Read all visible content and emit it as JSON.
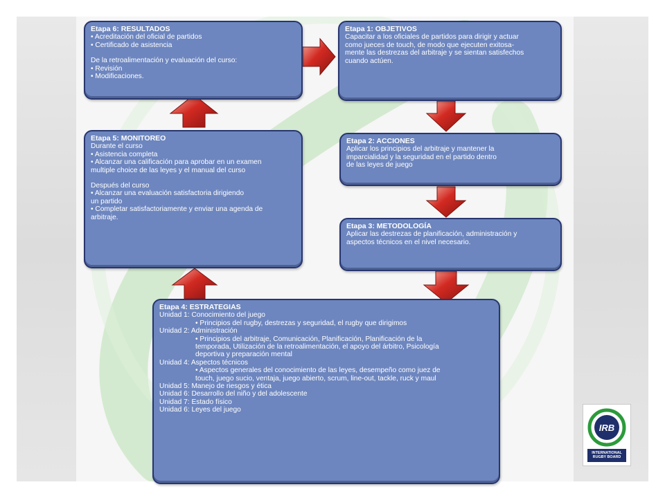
{
  "boxes": {
    "stage6": {
      "title": "Etapa 6: RESULTADOS",
      "lines": [
        "• Acreditación del oficial de partidos",
        "• Certificado de asistencia",
        "",
        "De la retroalimentación y evaluación del curso:",
        "• Revisión",
        "• Modificaciones."
      ]
    },
    "stage1": {
      "title": "Etapa 1: OBJETIVOS",
      "lines": [
        "Capacitar a los oficiales de partidos para dirigir y actuar",
        "como jueces de touch, de modo que ejecuten exitosa-",
        "mente las destrezas del arbitraje y se sientan satisfechos",
        "cuando actúen."
      ]
    },
    "stage5": {
      "title": "Etapa 5: MONITOREO",
      "lines": [
        "Durante el curso",
        "• Asistencia completa",
        "• Alcanzar una calificación para aprobar en un examen",
        "multiple choice de las leyes y el manual del curso",
        "",
        "Después del curso",
        "• Alcanzar una evaluación satisfactoria dirigiendo",
        "un partido",
        "• Completar satisfactoriamente y enviar una agenda de",
        "arbitraje."
      ]
    },
    "stage2": {
      "title": "Etapa 2: ACCIONES",
      "lines": [
        "Aplicar los principios del arbitraje y mantener la",
        "imparcialidad y la seguridad en el partido dentro",
        "de las leyes de juego"
      ]
    },
    "stage3": {
      "title": "Etapa 3: METODOLOGÍA",
      "lines": [
        "Aplicar las destrezas de planificación, administración y",
        "aspectos técnicos en el nivel necesario."
      ]
    },
    "stage4": {
      "title": "Etapa 4: ESTRATEGIAS",
      "lines": [
        {
          "text": "Unidad 1: Conocimiento del juego",
          "indent": false
        },
        {
          "text": "• Principios del rugby, destrezas y seguridad, el rugby que dirigimos",
          "indent": true
        },
        {
          "text": "Unidad 2: Administración",
          "indent": false
        },
        {
          "text": "• Principios del arbitraje, Comunicación, Planificación, Planificación de la",
          "indent": true
        },
        {
          "text": "temporada, Utilización de la retroalimentación, el apoyo del árbitro, Psicología",
          "indent": true
        },
        {
          "text": "deportiva y preparación mental",
          "indent": true
        },
        {
          "text": "Unidad 4: Aspectos técnicos",
          "indent": false
        },
        {
          "text": "• Aspectos generales del conocimiento de las leyes, desempeño como juez de",
          "indent": true
        },
        {
          "text": "touch, juego sucio, ventaja, juego abierto, scrum, line-out, tackle, ruck y maul",
          "indent": true
        },
        {
          "text": "Unidad 5: Manejo de riesgos y ética",
          "indent": false
        },
        {
          "text": "Unidad 6: Desarrollo del niño y del adolescente",
          "indent": false
        },
        {
          "text": "Unidad 7: Estado físico",
          "indent": false
        },
        {
          "text": "Unidad 6: Leyes del juego",
          "indent": false
        }
      ]
    }
  },
  "logo": {
    "letters": "IRB",
    "line1": "INTERNATIONAL",
    "line2": "RUGBY BOARD"
  },
  "colors": {
    "box_fill": "#6d86bf",
    "box_border": "#27356f",
    "arrow_red": "#c8211c",
    "watermark_green": "#b9e0b4"
  }
}
